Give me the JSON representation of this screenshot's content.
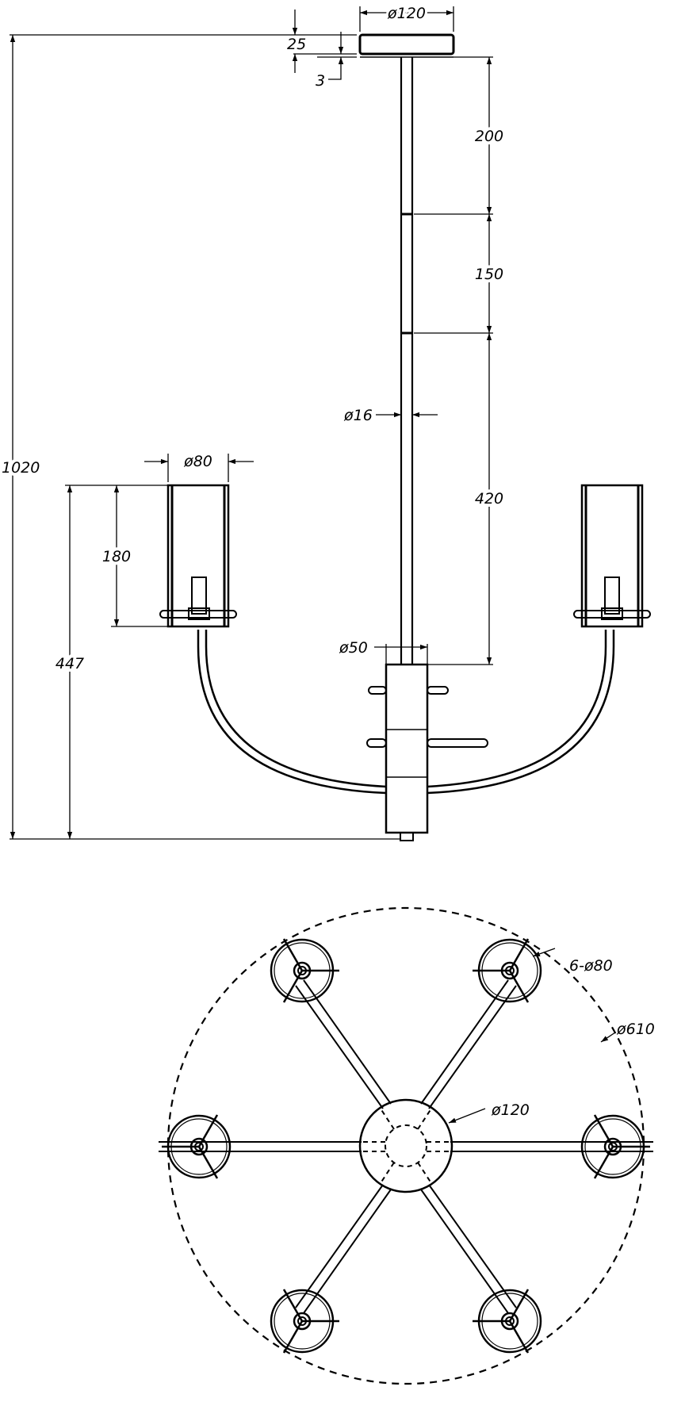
{
  "side_view": {
    "dim_canopy_diameter": "ø120",
    "dim_canopy_height": "25",
    "dim_canopy_gap": "3",
    "dim_rod_upper": "200",
    "dim_rod_middle": "150",
    "dim_rod_lower": "420",
    "dim_rod_diameter": "ø16",
    "dim_body_diameter": "ø50",
    "dim_shade_diameter": "ø80",
    "dim_shade_height": "180",
    "dim_arm_height": "447",
    "dim_total_height": "1020"
  },
  "top_view": {
    "callout_shades": "6-ø80",
    "callout_span": "ø610",
    "callout_hub": "ø120"
  }
}
